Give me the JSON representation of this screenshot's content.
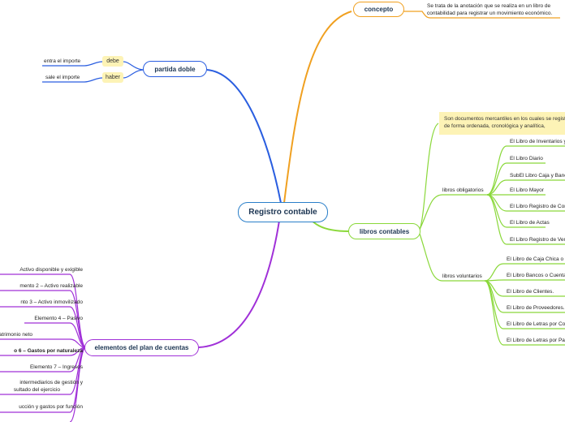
{
  "central": "Registro contable",
  "concepto": {
    "title": "concepto",
    "note": "Se trata de la anotación que se realiza en un libro de contabilidad para registrar un movimiento económico."
  },
  "partida_doble": {
    "title": "partida doble",
    "debe": "debe",
    "haber": "haber",
    "entra": "entra el importe",
    "sale": "sale el importe"
  },
  "libros": {
    "title": "libros contables",
    "note": "Son documentos mercantiles en los cuales se registra de forma ordenada, cronológica y analítica,",
    "obligatorios_title": "libros obligatorios",
    "obligatorios": [
      "El Libro de Inventarios y",
      "El Libro Diario",
      "SubEl Libro Caja y Banco",
      "El Libro Mayor",
      "El Libro Registro de Com",
      "El Libro de Actas",
      "El Libro Registro de Vent"
    ],
    "voluntarios_title": "libros voluntarios",
    "voluntarios": [
      "El Libro de Caja Chica o F",
      "El Libro Bancos o Cuenta",
      "El Libro de Clientes.",
      "El Libro de Proveedores.",
      "El Libro de Letras por Co",
      "El Libro de Letras por Pa"
    ]
  },
  "plan": {
    "title": "elementos del plan de cuentas",
    "items": [
      "Activo disponible y exigible",
      "mento 2 – Activo realizable",
      "nto 3 – Activo inmovilizado",
      "Elemento 4 – Pasivo",
      "atrimonio neto",
      "o 6 – Gastos por naturaleza",
      "Elemento 7 – Ingresos",
      "intermediarios de gestión y",
      "sultado del ejercicio",
      "ucción y gastos por función"
    ]
  },
  "colors": {
    "concepto": "#f0a020",
    "partida": "#2a5ee0",
    "libros": "#8ad83a",
    "plan": "#a030d8",
    "central": "#2a7fc9",
    "note": "#fdf3b6"
  }
}
